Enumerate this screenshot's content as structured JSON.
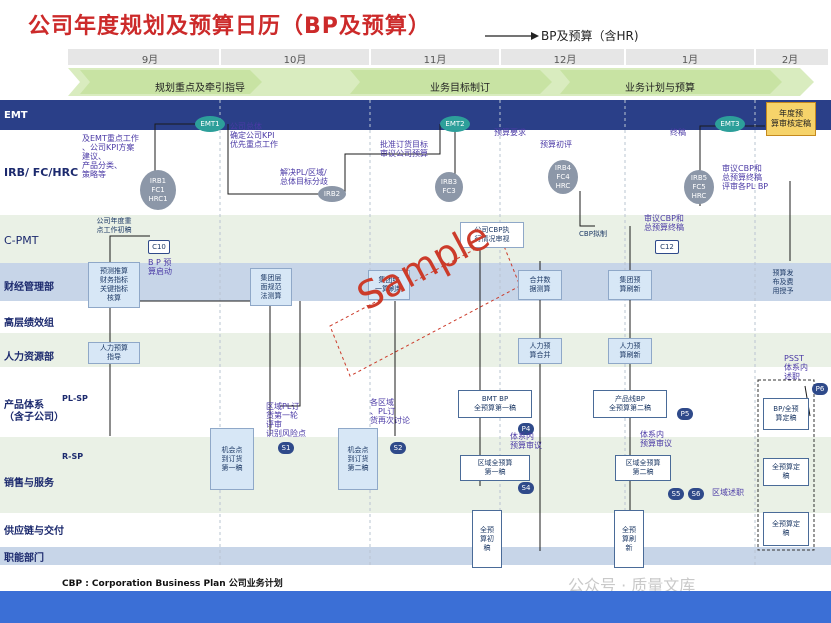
{
  "header": {
    "title": "公司年度规划及预算日历（BP及预算）",
    "legend": "BP及预算（含HR)"
  },
  "months": [
    "9月",
    "10月",
    "11月",
    "12月",
    "1月",
    "2月"
  ],
  "phases": [
    "规划重点及牵引指导",
    "业务目标制订",
    "业务计划与预算"
  ],
  "lanes": {
    "emt": "EMT",
    "irb": "IRB/ FC/HRC",
    "cpmt": "C-PMT",
    "finance": "财经管理部",
    "perf": "高层绩效组",
    "hr": "人力资源部",
    "product": "产品体系\n（含子公司）",
    "plsp": "PL-SP",
    "rsp": "R-SP",
    "sales": "销售与服务",
    "supply": "供应链与交付",
    "func": "职能部门"
  },
  "nodes": {
    "emt1": "EMT1",
    "emt2": "EMT2",
    "emt3": "EMT3",
    "irb1": "IRB1\nFC1\nHRC1",
    "irb2": "IRB2",
    "irb3": "IRB3\nFC3",
    "irb4": "IRB4\nFC4\nHRC",
    "irb5": "IRB5\nFC5\nHRC",
    "c10": "C10",
    "c12": "C12",
    "p4": "P4",
    "p5": "P5",
    "p6": "P6",
    "s1": "S1",
    "s2": "S2",
    "s4": "S4",
    "s5": "S5",
    "s6": "S6",
    "final": "年度预\n算审核定稿"
  },
  "boxes": {
    "b_cpmt_focus": "公司年度重\n点工作初稿",
    "b_fin_forecast": "预测推算\n财务指标\n关键指标\n核算",
    "b_hr_budget": "人力预算\n指导",
    "b_group_method": "集团层\n面规范\n法测算",
    "b_group_order": "集团统\n一算刷新",
    "b_merge": "合并数\n据测算",
    "b_group_refresh": "集团预\n算刷新",
    "b_order1": "机会点\n到订货\n第一稿",
    "b_order2": "机会点\n到订货\n第二稿",
    "b_hr_merge": "人力预\n算合并",
    "b_hr_refresh": "人力预\n算刷新",
    "b_bmt": "BMT BP\n全预算第一稿",
    "b_prod_bp": "产品线BP\n全预算第二稿",
    "b_bp_final": "BP/全预\n算定稿",
    "b_region1": "区域全预算\n第一稿",
    "b_region2": "区域全预算\n第二稿",
    "b_all_final": "全预算定\n稿",
    "b_all_init": "全预\n算初\n稿",
    "b_all_refresh": "全预\n算刷\n新",
    "b_all_final2": "全预算定\n稿",
    "b_cbp": "CBP拟制",
    "b_cbp_exec": "公司CBP执\n行情况审视",
    "b_budget_release": "预算发\n布及费\n用授予"
  },
  "notes": {
    "n1": "及EMT重点工作\n、公司KPI方案\n建议、\n产品分类、\n策略等",
    "n2": "公司总体\n确定公司KPI\n优先重点工作",
    "n3": "解决PL/区域/\n总体目标分歧",
    "n4": "批准订货目标\n审议公司预算",
    "n5": "预算初评",
    "n6": "预算要求",
    "n7": "终稿",
    "n8": "审议CBP和\n总预算终稿\n评审各PL BP",
    "n9": "审议CBP和\n总预算终稿",
    "n10": "B P 预\n算启动",
    "n11": "区域PL订\n货第一轮\n评审\n识别风险点",
    "n12": "各区域\n、PL订\n货再次讨论",
    "n13": "体系内\n预算审议",
    "n14": "体系内\n预算审议",
    "n15": "区域述职",
    "n16": "PSST\n体系内\n述职"
  },
  "sample": "Sample",
  "footer": {
    "line1": "CBP : Corporation Business Plan 公司业务计划"
  },
  "watermark": "公众号 · 质量文库",
  "colors": {
    "title": "#cc2a2a",
    "lane_emt": "#2a3f88",
    "lane_alt": "#eaf1e6",
    "box_fill": "#d7e7f6",
    "emt_node": "#2d9f9a",
    "irb_node": "#8c97a8",
    "arrow_band": "#d9ecbf",
    "bottom_bar": "#3b6fd6"
  }
}
